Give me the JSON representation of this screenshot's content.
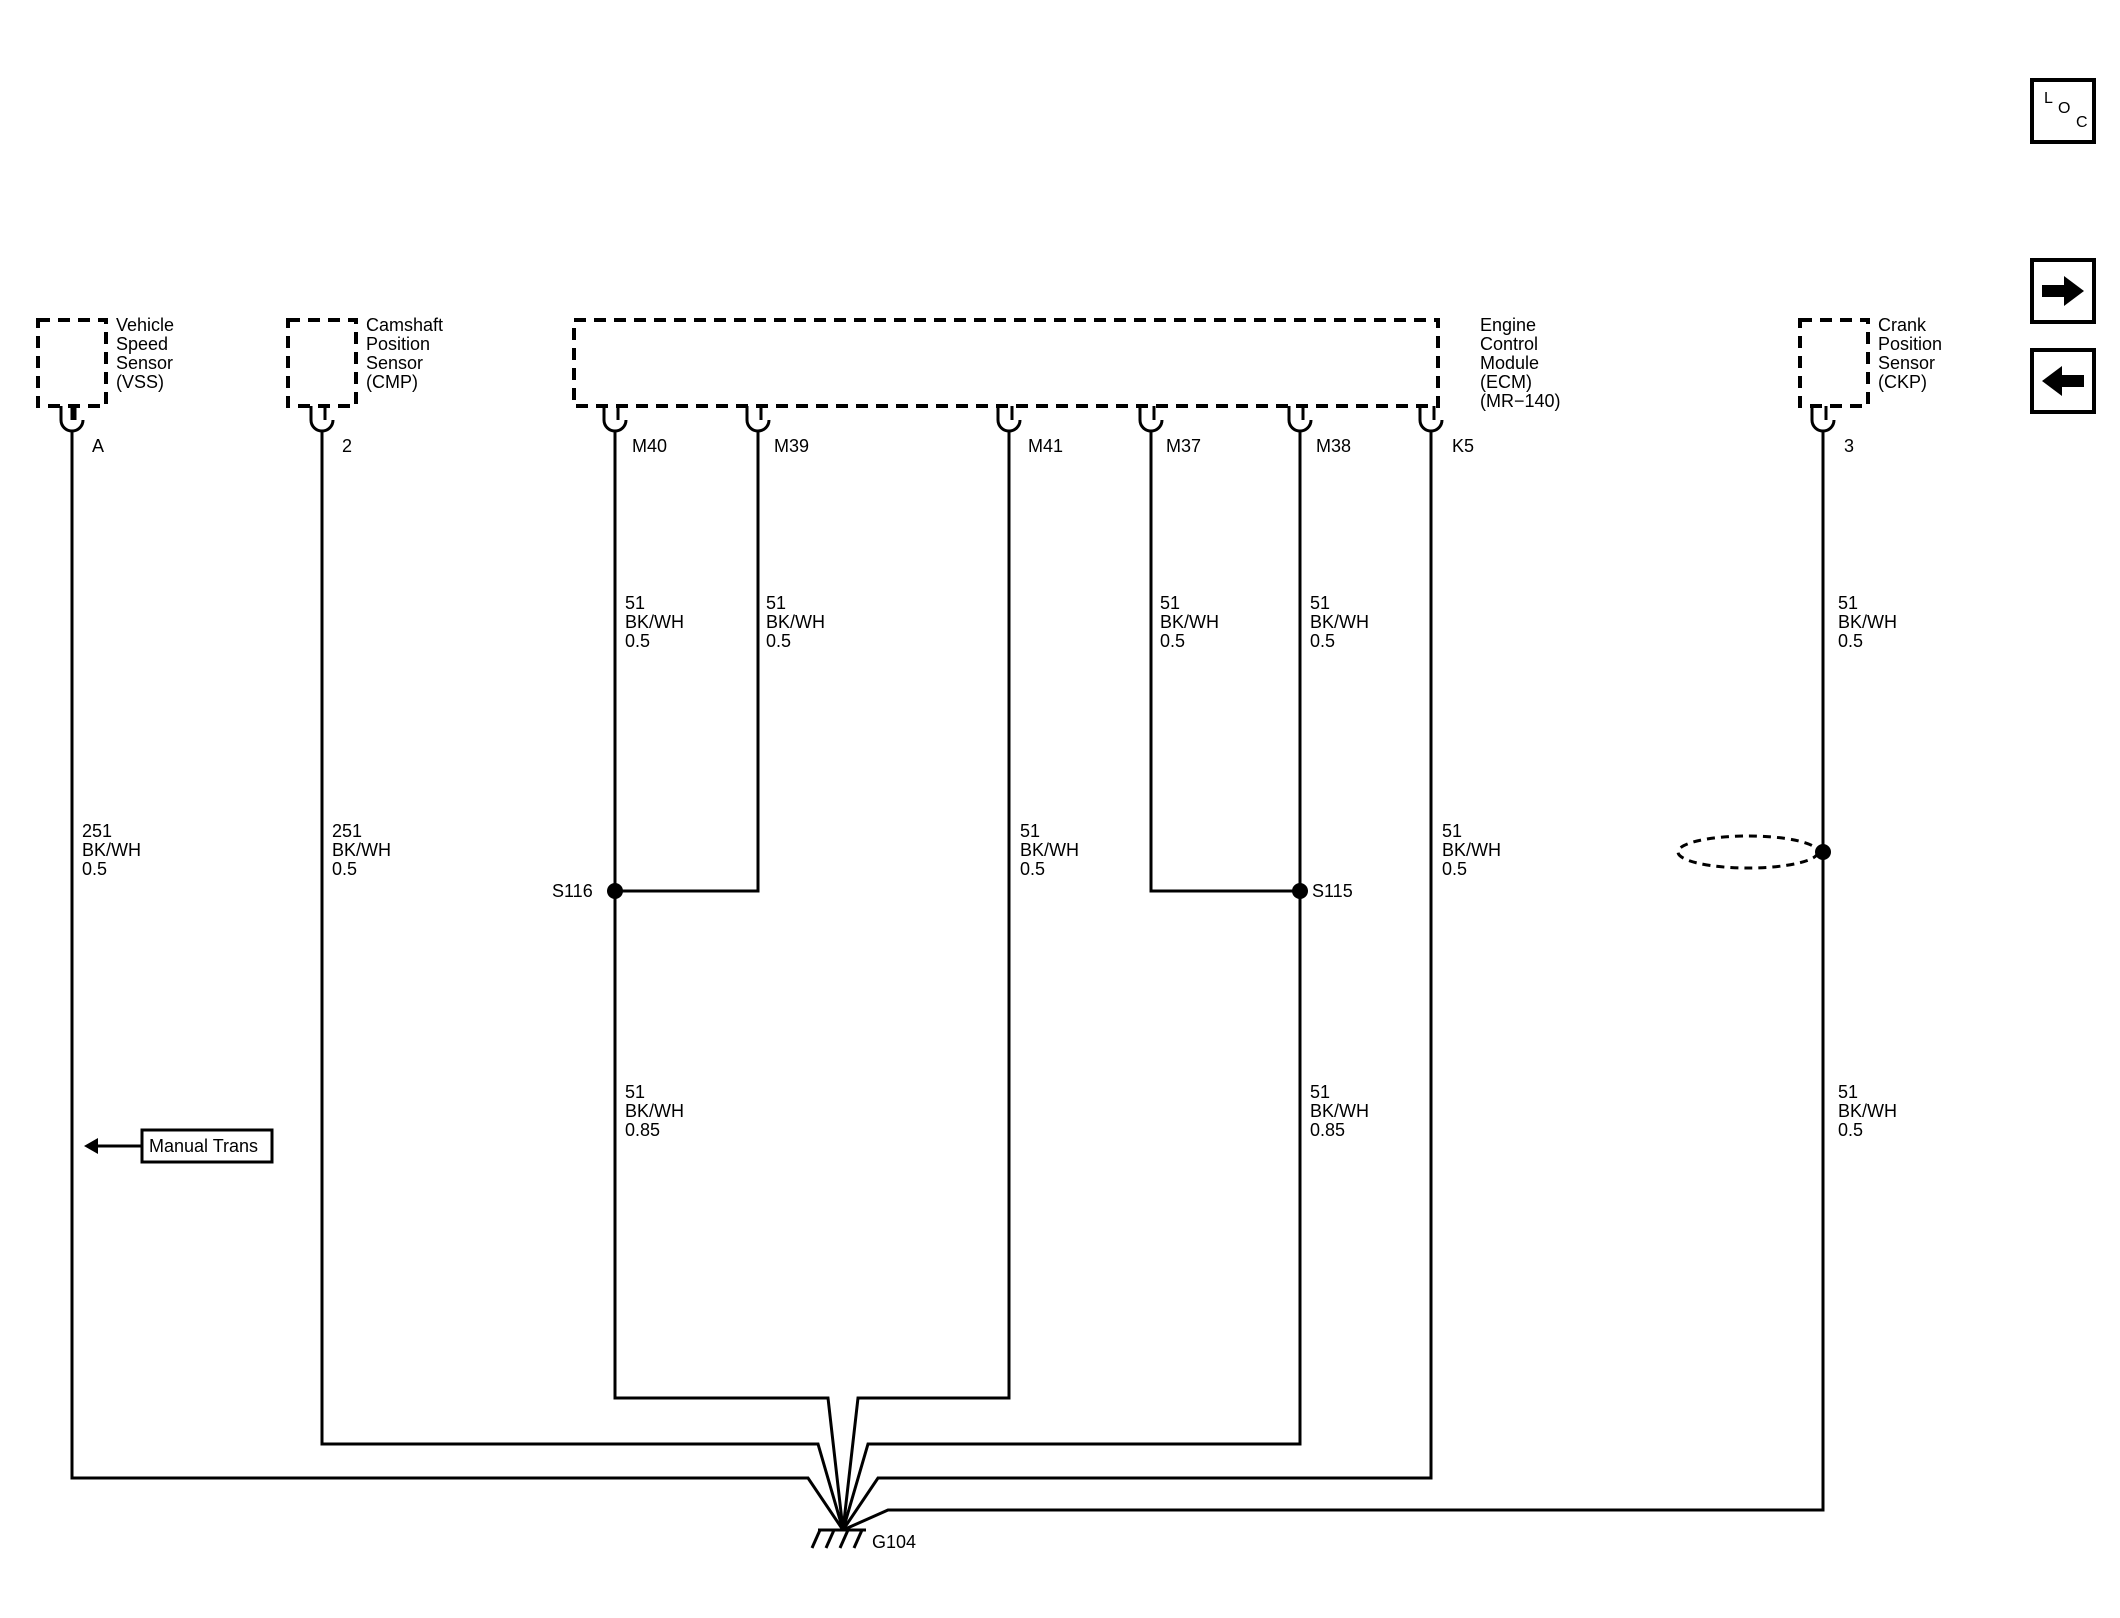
{
  "components": {
    "vss": [
      "Vehicle",
      "Speed",
      "Sensor",
      "(VSS)"
    ],
    "cmp": [
      "Camshaft",
      "Position",
      "Sensor",
      "(CMP)"
    ],
    "ecm": [
      "Engine",
      "Control",
      "Module",
      "(ECM)",
      "(MR−140)"
    ],
    "ckp": [
      "Crank",
      "Position",
      "Sensor",
      "(CKP)"
    ]
  },
  "pins": {
    "vss": "A",
    "cmp": "2",
    "m40": "M40",
    "m39": "M39",
    "m41": "M41",
    "m37": "M37",
    "m38": "M38",
    "k5": "K5",
    "ckp": "3"
  },
  "wires": {
    "vss": [
      "251",
      "BK/WH",
      "0.5"
    ],
    "cmp": [
      "251",
      "BK/WH",
      "0.5"
    ],
    "m40_upper": [
      "51",
      "BK/WH",
      "0.5"
    ],
    "m39": [
      "51",
      "BK/WH",
      "0.5"
    ],
    "m37": [
      "51",
      "BK/WH",
      "0.5"
    ],
    "m38_upper": [
      "51",
      "BK/WH",
      "0.5"
    ],
    "ckp_upper": [
      "51",
      "BK/WH",
      "0.5"
    ],
    "m41": [
      "51",
      "BK/WH",
      "0.5"
    ],
    "k5": [
      "51",
      "BK/WH",
      "0.5"
    ],
    "s116_lower": [
      "51",
      "BK/WH",
      "0.85"
    ],
    "s115_lower": [
      "51",
      "BK/WH",
      "0.85"
    ],
    "ckp_lower": [
      "51",
      "BK/WH",
      "0.5"
    ]
  },
  "splices": {
    "s116": "S116",
    "s115": "S115"
  },
  "ground": "G104",
  "callout": "Manual Trans",
  "nav": {
    "loc": [
      "L",
      "O",
      "C"
    ],
    "next_icon": "arrow-right-icon",
    "prev_icon": "arrow-left-icon"
  }
}
